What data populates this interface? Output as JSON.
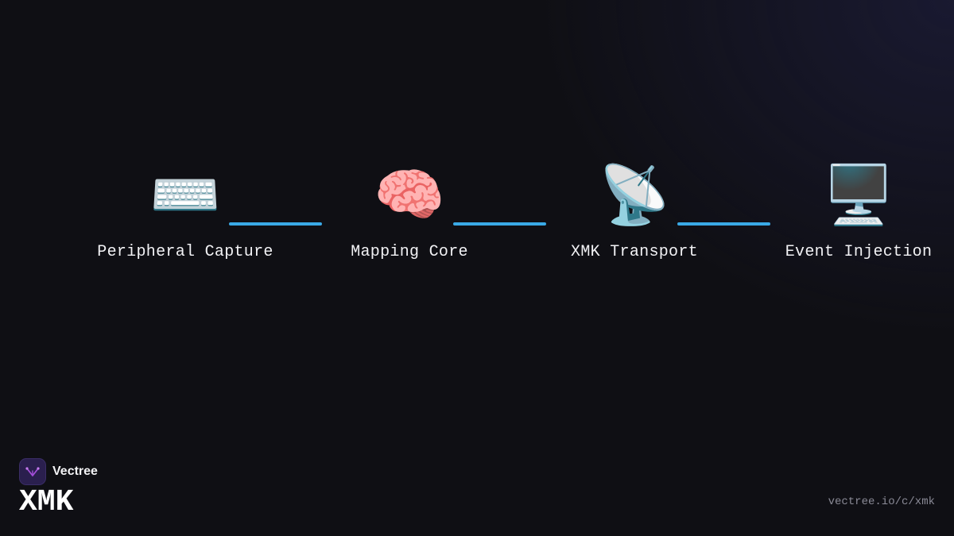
{
  "pipeline": {
    "stages": [
      {
        "icon": "⌨️",
        "icon_name": "keyboard-icon",
        "label": "Peripheral Capture"
      },
      {
        "icon": "🧠",
        "icon_name": "brain-icon",
        "label": "Mapping Core"
      },
      {
        "icon": "📡",
        "icon_name": "satellite-dish-icon",
        "label": "XMK Transport"
      },
      {
        "icon": "🖥️",
        "icon_name": "desktop-computer-icon",
        "label": "Event Injection"
      }
    ],
    "connector_color": "#3aa9e6"
  },
  "brand": {
    "name": "Vectree",
    "product": "XMK",
    "logo_color": "#a24dd8"
  },
  "footer": {
    "url": "vectree.io/c/xmk"
  }
}
